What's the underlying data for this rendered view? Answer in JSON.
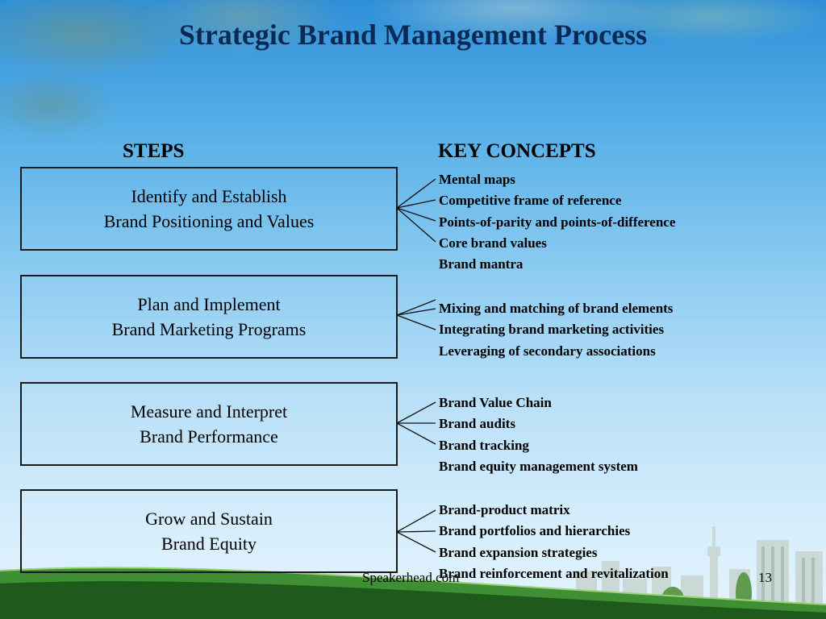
{
  "title": "Strategic Brand Management Process",
  "headings": {
    "steps": "STEPS",
    "concepts": "KEY CONCEPTS"
  },
  "steps": [
    {
      "line1": "Identify and Establish",
      "line2": "Brand Positioning and Values"
    },
    {
      "line1": "Plan and Implement",
      "line2": "Brand Marketing Programs"
    },
    {
      "line1": "Measure and Interpret",
      "line2": "Brand Performance"
    },
    {
      "line1": "Grow and Sustain",
      "line2": "Brand Equity"
    }
  ],
  "concepts": [
    [
      "Mental maps",
      "Competitive frame of reference",
      "Points-of-parity and points-of-difference",
      "Core brand values",
      "Brand mantra"
    ],
    [
      "Mixing and matching of brand elements",
      "Integrating brand marketing activities",
      "Leveraging of secondary associations"
    ],
    [
      "Brand Value Chain",
      "Brand audits",
      "Brand tracking",
      "Brand equity management system"
    ],
    [
      "Brand-product matrix",
      "Brand portfolios and hierarchies",
      "Brand expansion strategies",
      "Brand reinforcement and revitalization"
    ]
  ],
  "footer": {
    "source": "Speakerhead.com",
    "page": "13"
  },
  "colors": {
    "title": "#0a2a55",
    "box_border": "#1a1a1a",
    "sky": "#55aee6",
    "grass": "#2f7a2a"
  }
}
